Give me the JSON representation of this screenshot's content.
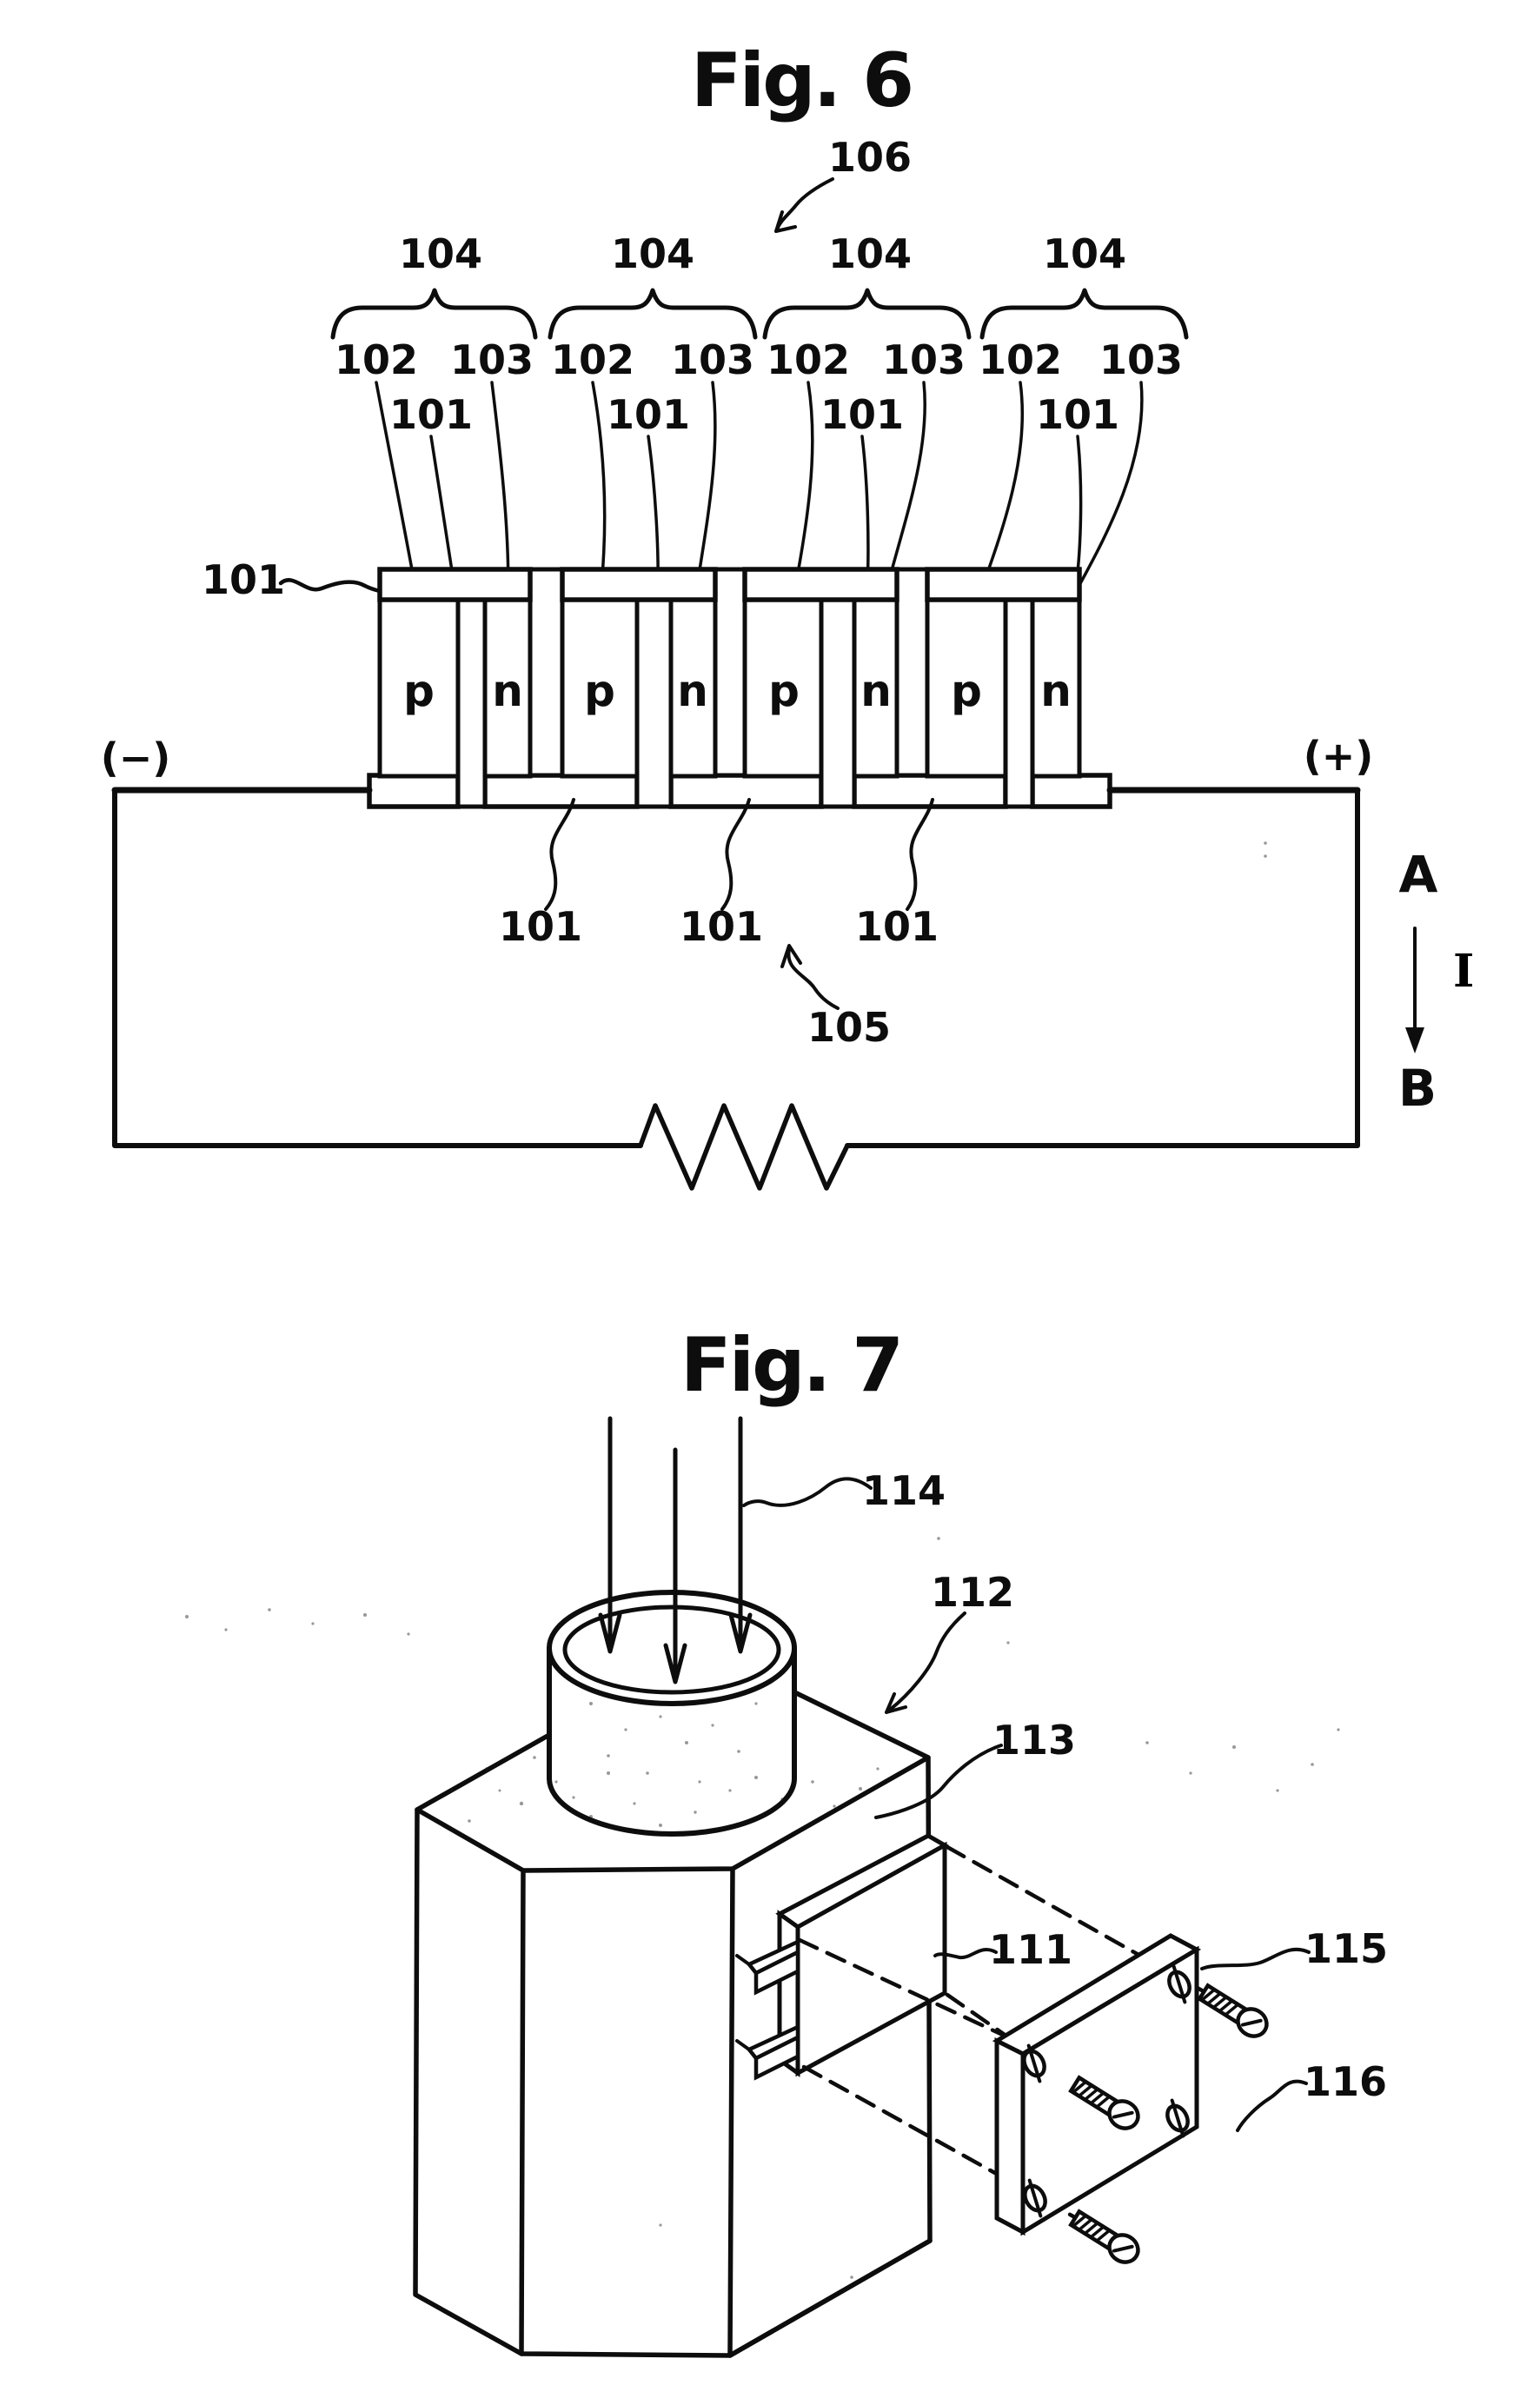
{
  "fig6": {
    "title": "Fig. 6",
    "module_label": "106",
    "circuit_label": "105",
    "couple_labels": [
      "104",
      "104",
      "104",
      "104"
    ],
    "p_element_labels": [
      "102",
      "102",
      "102",
      "102"
    ],
    "n_element_labels": [
      "103",
      "103",
      "103",
      "103"
    ],
    "top_electrode_labels": [
      "101",
      "101",
      "101",
      "101"
    ],
    "left_electrode_label": "101",
    "bottom_electrode_labels": [
      "101",
      "101",
      "101"
    ],
    "p_type_marks": [
      "p",
      "p",
      "p",
      "p"
    ],
    "n_type_marks": [
      "n",
      "n",
      "n",
      "n"
    ],
    "negative_terminal": "(−)",
    "positive_terminal": "(+)",
    "point_a": "A",
    "point_b": "B",
    "current_symbol": "I"
  },
  "fig7": {
    "title": "Fig. 7",
    "light_label": "114",
    "housing_label": "112",
    "base_plate_label": "113",
    "module_label": "111",
    "cover_plate_label": "115",
    "screw_label": "116"
  },
  "colors": {
    "ink": "#0d0d0d",
    "paper": "#ffffff"
  }
}
